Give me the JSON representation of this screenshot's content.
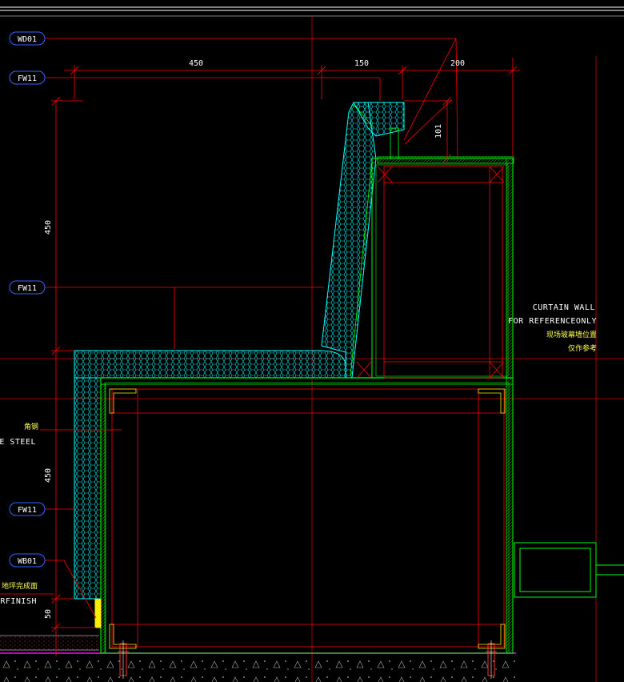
{
  "tags": {
    "wd01": "WD01",
    "fw11_top": "FW11",
    "fw11_mid": "FW11",
    "fw11_low": "FW11",
    "wb01": "WB01"
  },
  "dimensions": {
    "top_left": "450",
    "top_mid": "150",
    "top_right": "200",
    "backrest_height": "101",
    "vertical_upper": "450",
    "vertical_lower": "450",
    "plinth": "50"
  },
  "notes": {
    "curtain_wall_en_1": "CURTAIN WALL",
    "curtain_wall_en_2": "FOR REFERENCEONLY",
    "curtain_wall_cn_1": "现场玻幕墙位置",
    "curtain_wall_cn_2": "仅作参考",
    "angle_steel_cn": "角钢",
    "angle_steel_en": "GLE STEEL",
    "floor_finish_cn": "地坪完成面",
    "floor_finish_en": "LOORFINISH"
  },
  "colors": {
    "background": "#000000",
    "dimension_line": "#ff0000",
    "hatch": "#00ffff",
    "outline": "#00ff00",
    "tag_border": "#3366ff",
    "grid_line": "#ff0000",
    "floor": "#ff00ff",
    "note_cn": "#ffff55"
  }
}
